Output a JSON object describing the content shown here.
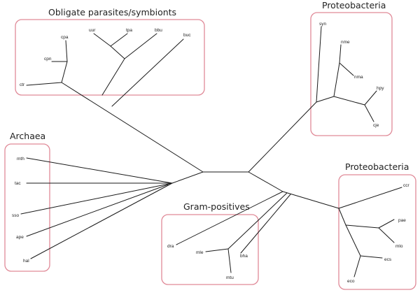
{
  "groups": {
    "obligate": "Obligate parasites/symbionts",
    "proteo_top": "Proteobacteria",
    "archaea": "Archaea",
    "proteo_bottom": "Proteobacteria",
    "gram": "Gram-positives"
  },
  "leaves": {
    "cpa": "cpa",
    "uur": "uur",
    "tpa": "tpa",
    "bbu": "bbu",
    "buc": "buc",
    "cpn": "cpn",
    "ctr": "ctr",
    "syn": "syn",
    "nme": "nme",
    "nma": "nma",
    "hpy": "hpy",
    "cje": "cje",
    "mth": "mth",
    "tac": "tac",
    "sso": "sso",
    "ape": "ape",
    "hal": "hal",
    "ccr": "ccr",
    "pae": "pae",
    "mlo": "mlo",
    "ecs": "ecs",
    "eco": "eco",
    "dra": "dra",
    "mle": "mle",
    "bha": "bha",
    "mtu": "mtu"
  },
  "colors": {
    "box": "#e08a98",
    "branch": "#1a1a1a",
    "text": "#222222"
  }
}
